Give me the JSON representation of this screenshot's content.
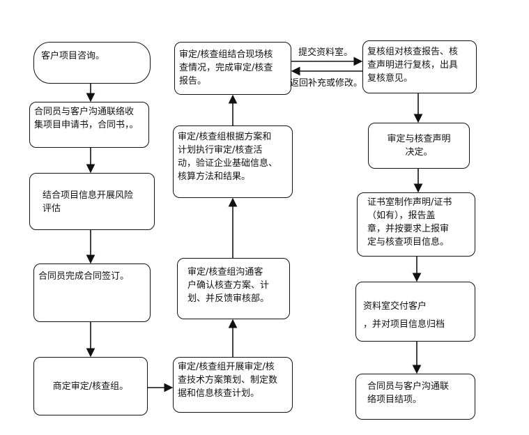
{
  "nodes": {
    "n1": "客户项目咨询。",
    "n2": "合同员与客户沟通联络收\n集项目申请书，合同书，。",
    "n3": "结合项目信息开展风险\n评估",
    "n4": "合同员完成合同签订。",
    "n5": "商定审定/核查组。",
    "n6": "审定/核查组开展审定/核\n查技术方案策划、制定数\n据和信息核查计划。",
    "n7": "审定/核查组沟通客\n户确认核查方案、计\n划、并反馈审核部。",
    "n8": "审定/核查组根据方案和\n计划执行审定/核查活\n动，验证企业基础信息、\n核算方法和结果。",
    "n9": "审定/核查组结合现场核\n查情况，完成审定/核查\n报告。",
    "n10": "复核组对核查报告、核\n查声明进行复核，出具\n复核意见。",
    "n11": "审定与核查声明\n决定。",
    "n12": "证书室制作声明/证书\n（如有），报告盖\n章，并按要求上报审\n定与核查项目信息。",
    "n13": "资料室交付客户\n，并对项目信息归档",
    "n14": "合同员与客户沟通联\n络项目结项。"
  },
  "edges": {
    "submit": "提交资料室。",
    "return": "返回补充或修改。"
  },
  "colors": {
    "stroke": "#111111",
    "background": "#ffffff"
  }
}
